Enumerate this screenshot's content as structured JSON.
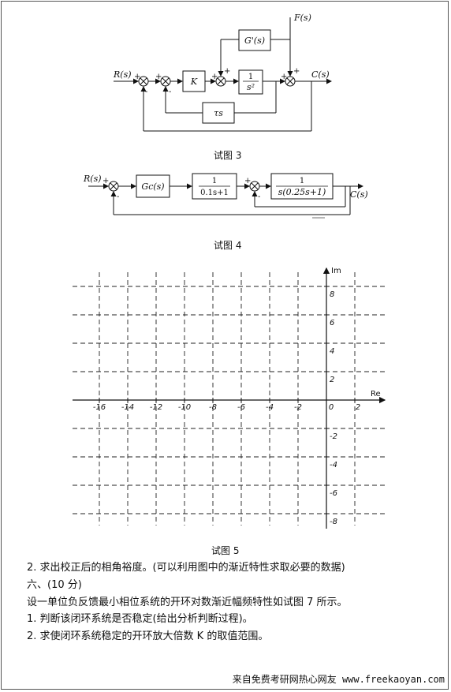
{
  "fig3": {
    "caption": "试图 3",
    "R": "R(s)",
    "C": "C(s)",
    "F": "F(s)",
    "block_K": "K",
    "block_G": "G'(s)",
    "block_tau": "τs",
    "block_int_num": "1",
    "block_int_den": "s²",
    "sign_plus": "+",
    "sign_minus": "-"
  },
  "fig4": {
    "caption": "试图 4",
    "R": "R(s)",
    "C": "C(s)",
    "block_Gc": "Gc(s)",
    "block_b_num": "1",
    "block_b_den": "0.1s+1",
    "block_c_num": "1",
    "block_c_den": "s(0.25s+1)",
    "sign_plus": "+",
    "sign_minus": "-"
  },
  "fig5": {
    "caption": "试图 5",
    "re_label": "Re",
    "im_label": "Im",
    "x_ticks": [
      "-16",
      "-14",
      "-12",
      "-10",
      "-8",
      "-6",
      "-4",
      "-2",
      "0",
      "2"
    ],
    "y_ticks": [
      "8",
      "6",
      "4",
      "2",
      "-2",
      "-4",
      "-6",
      "-8"
    ]
  },
  "text": {
    "l1": "2. 求出校正后的相角裕度。(可以利用图中的渐近特性求取必要的数据)",
    "l2": "六、(10 分)",
    "l3": "设一单位负反馈最小相位系统的开环对数渐近幅频特性如试图 7 所示。",
    "l4": "1. 判断该闭环系统是否稳定(给出分析判断过程)。",
    "l5": "2. 求使闭环系统稳定的开环放大倍数 K 的取值范围。"
  },
  "footer": "来自免费考研网热心网友 www.freekaoyan.com"
}
